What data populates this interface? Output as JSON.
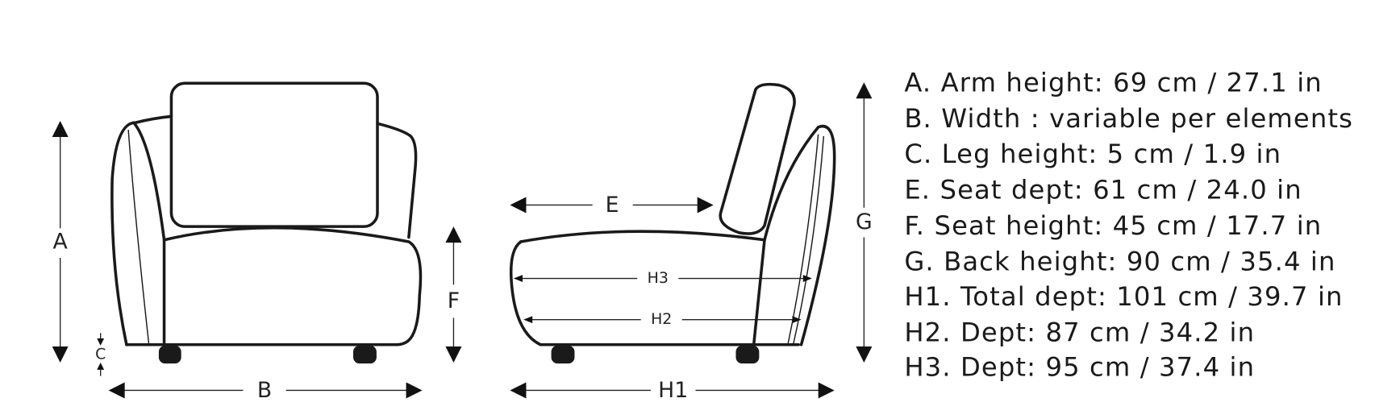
{
  "diagram": {
    "labels": {
      "A": "A",
      "B": "B",
      "C": "C",
      "E": "E",
      "F": "F",
      "G": "G",
      "H1": "H1",
      "H2": "H2",
      "H3": "H3"
    },
    "specs": [
      "A. Arm height: 69 cm / 27.1 in",
      "B. Width : variable per elements",
      "C. Leg height: 5 cm / 1.9 in",
      "E. Seat dept: 61 cm / 24.0 in",
      "F. Seat height: 45 cm / 17.7 in",
      "G. Back height: 90 cm / 35.4 in",
      "H1. Total dept: 101 cm / 39.7 in",
      "H2. Dept: 87 cm / 34.2 in",
      "H3. Dept: 95 cm / 37.4 in"
    ]
  }
}
